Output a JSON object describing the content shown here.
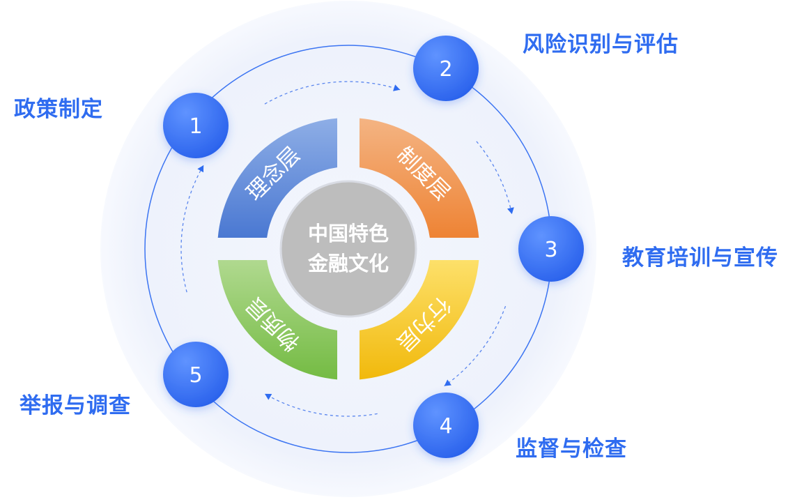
{
  "center": {
    "line1": "中国特色",
    "line2": "金融文化"
  },
  "layers": [
    {
      "label": "理念层",
      "color_top": "#8eaee6",
      "color_bottom": "#4a78d2"
    },
    {
      "label": "制度层",
      "color_top": "#f4b483",
      "color_bottom": "#ee8334"
    },
    {
      "label": "行为层",
      "color_top": "#fde06a",
      "color_bottom": "#f1b90c"
    },
    {
      "label": "物质层",
      "color_top": "#b0d98f",
      "color_bottom": "#74bb43"
    }
  ],
  "steps": [
    {
      "number": "1",
      "label": "政策制定"
    },
    {
      "number": "2",
      "label": "风险识别与评估"
    },
    {
      "number": "3",
      "label": "教育培训与宣传"
    },
    {
      "number": "4",
      "label": "监督与检查"
    },
    {
      "number": "5",
      "label": "举报与调查"
    }
  ],
  "colors": {
    "accent": "#2f6cf0",
    "node": "#3a76f5",
    "center": "#bdbdbd"
  }
}
